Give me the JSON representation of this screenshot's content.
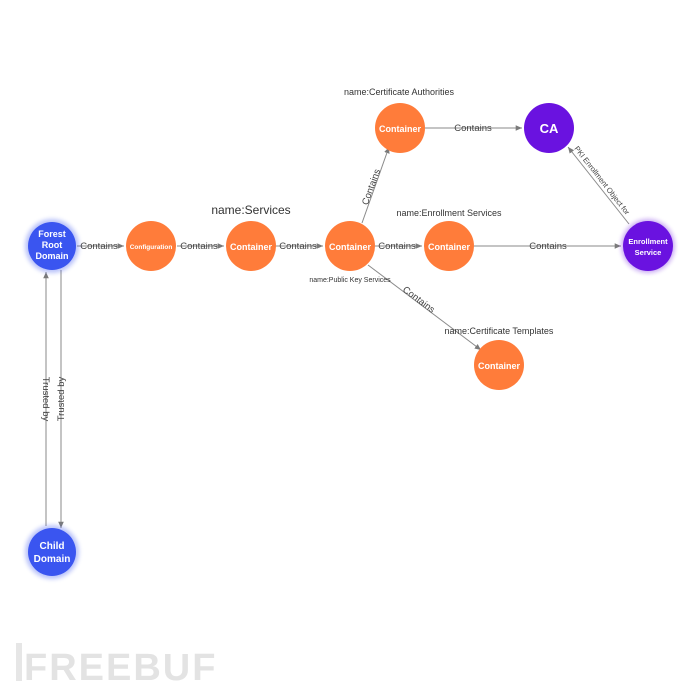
{
  "colors": {
    "domain_node": "#3a55f0",
    "container_node": "#ff7c3a",
    "ca_node": "#6a12e0",
    "edge": "#8a8a8a",
    "edge_label": "#444444",
    "node_label": "#ffffff",
    "watermark": "#e3e3e3"
  },
  "nodes": {
    "forest_root": "Forest Root Domain",
    "child_domain": "Child Domain",
    "configuration": "Configuration",
    "services": "Container",
    "public_key_services": "Container",
    "certificate_authorities": "Container",
    "enrollment_services": "Container",
    "certificate_templates": "Container",
    "ca": "CA",
    "enrollment_service": "Enrollment Service"
  },
  "annotations": {
    "services": "name:Services",
    "certificate_authorities": "name:Certificate Authorities",
    "enrollment_services": "name:Enrollment Services",
    "public_key_services": "name:Public Key Services",
    "certificate_templates": "name:Certificate Templates"
  },
  "edges": {
    "root_to_configuration": "Contains",
    "configuration_to_services": "Contains",
    "services_to_pks": "Contains",
    "pks_to_cert_authorities": "Contains",
    "pks_to_enrollment_services": "Contains",
    "pks_to_cert_templates": "Contains",
    "cert_authorities_to_ca": "Contains",
    "enrollment_services_to_enrollment_service": "Contains",
    "enrollment_service_to_ca": "PKI Enrollment Object for",
    "child_to_root": "Trusted by",
    "root_to_child": "Trusted by"
  },
  "watermark": "FREEBUF"
}
